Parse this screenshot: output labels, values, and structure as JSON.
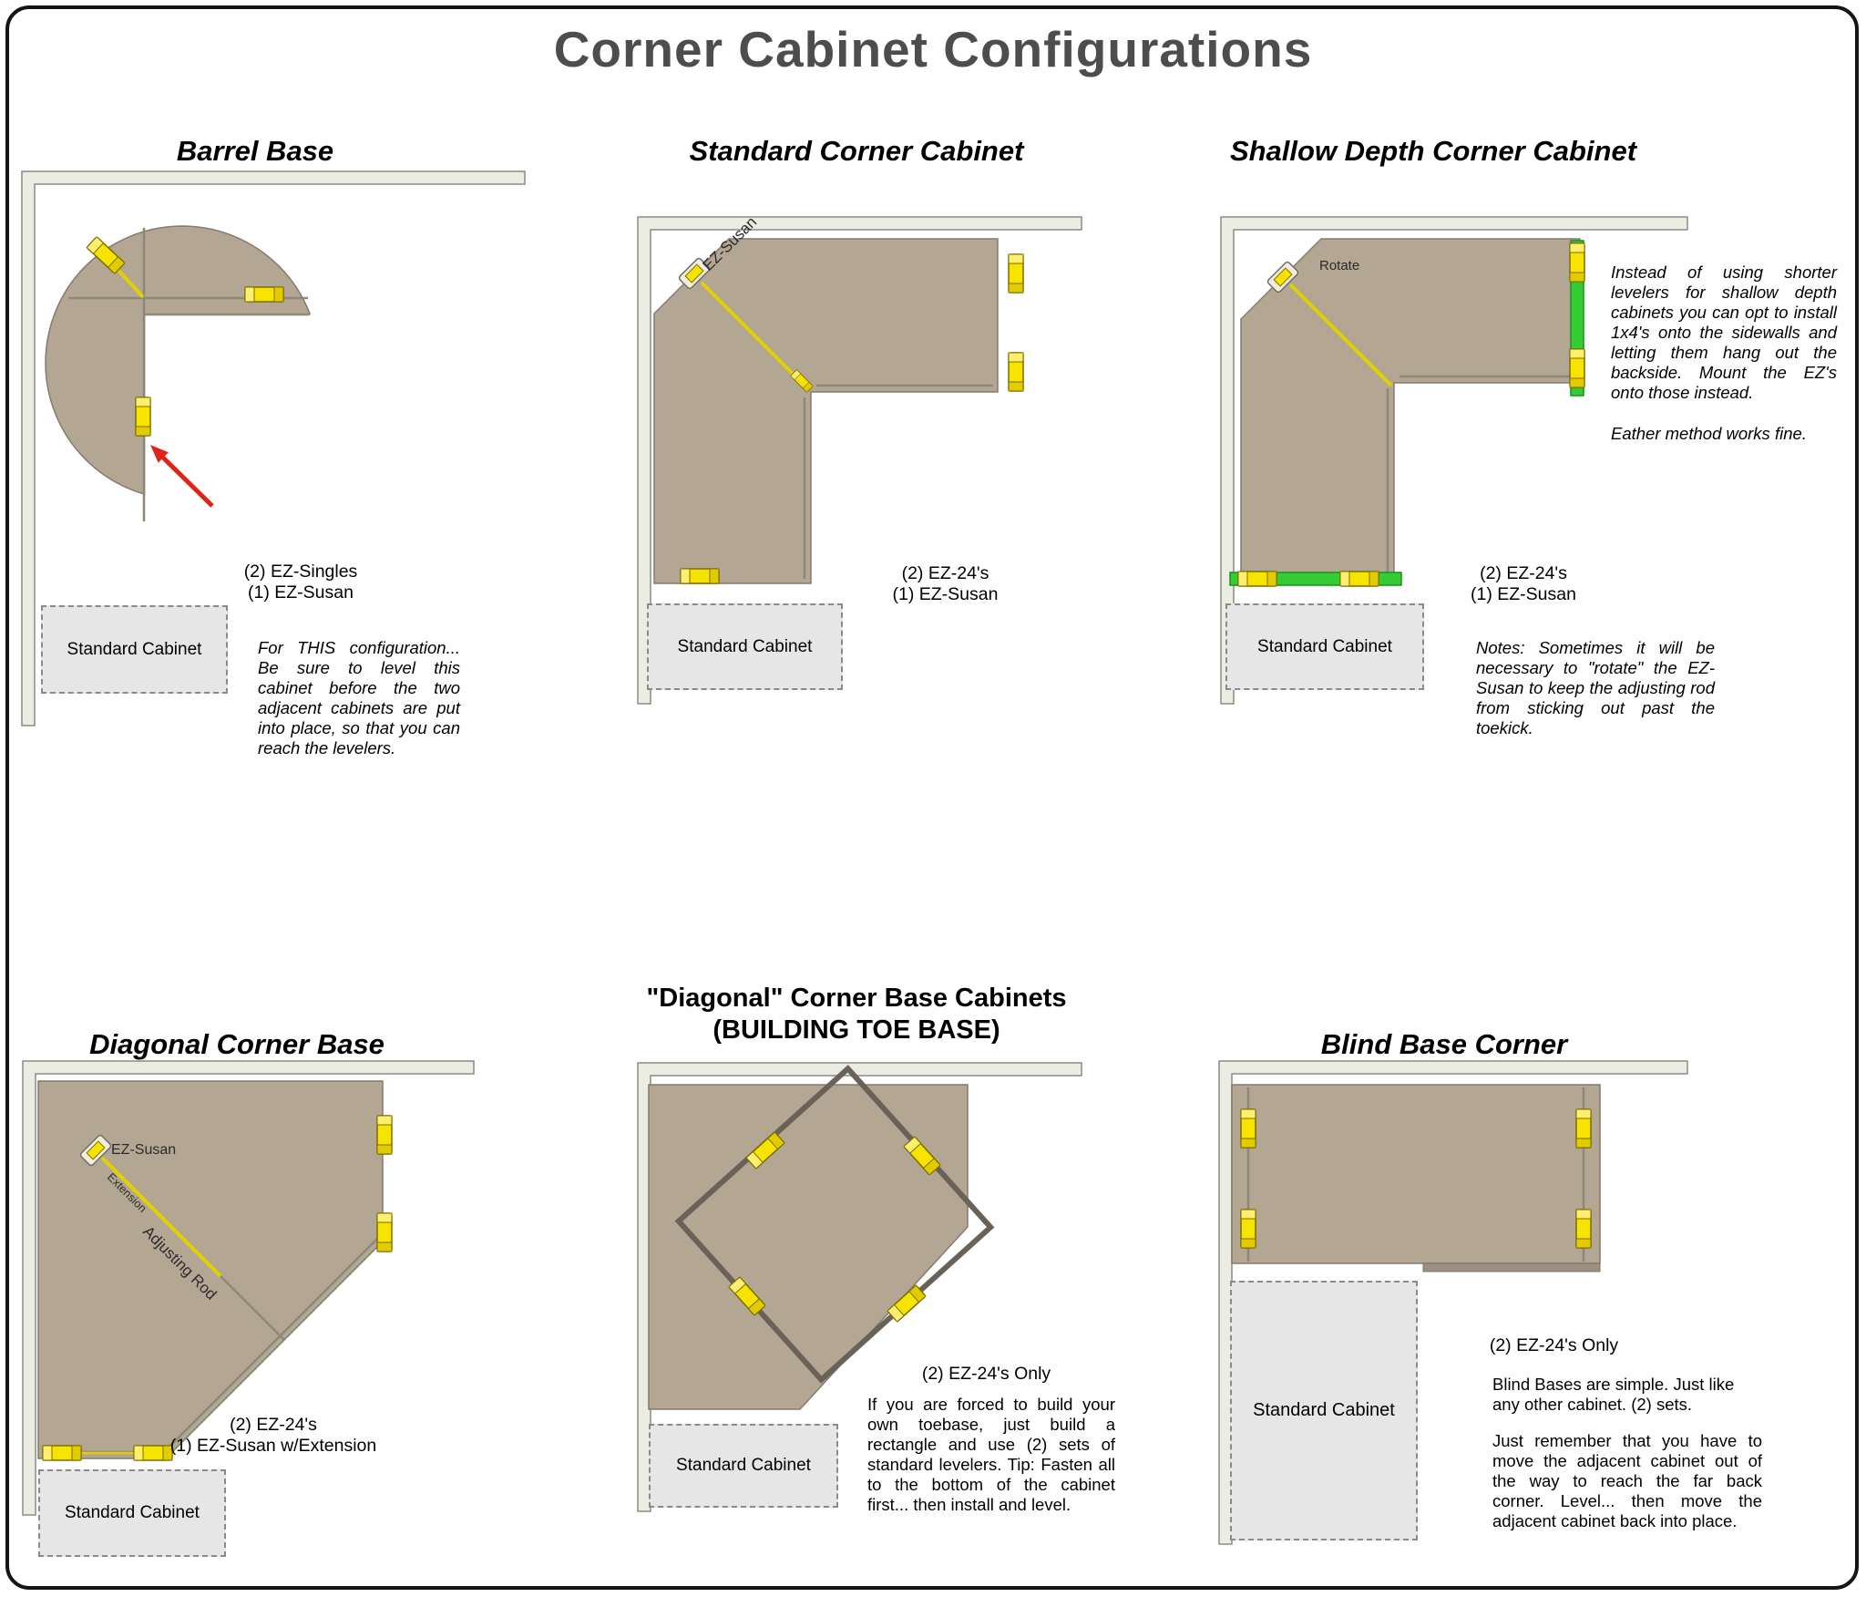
{
  "page": {
    "title": "Corner Cabinet Configurations"
  },
  "labels": {
    "standard_cabinet": "Standard Cabinet"
  },
  "panels": {
    "barrel": {
      "title": "Barrel Base",
      "parts": "(2) EZ-Singles\n(1) EZ-Susan",
      "note": "For THIS configuration... Be sure to level this cabinet before the two adjacent cabinets are put into place, so that you can reach the levelers."
    },
    "standard": {
      "title": "Standard Corner Cabinet",
      "susan_label": "EZ-Susan",
      "parts": "(2) EZ-24's\n(1) EZ-Susan"
    },
    "shallow": {
      "title": "Shallow Depth Corner Cabinet",
      "rotate_label": "Rotate",
      "side_note": "Instead of using shorter levelers for shallow depth cabinets you can opt to install 1x4's onto the sidewalls and letting them hang out the backside. Mount the EZ's onto those instead.",
      "side_note2": "Eather method works fine.",
      "parts": "(2) EZ-24's\n(1) EZ-Susan",
      "notes": "Notes: Sometimes it will be necessary to \"rotate\" the EZ-Susan to keep the adjusting rod from sticking out past the toekick."
    },
    "diagonal": {
      "title": "Diagonal Corner Base",
      "susan_label": "EZ-Susan",
      "extension_label": "Extension",
      "rod_label": "Adjusting Rod",
      "parts": "(2) EZ-24's\n(1) EZ-Susan w/Extension"
    },
    "toebase": {
      "title_line1": "\"Diagonal\" Corner Base Cabinets",
      "title_line2": "(BUILDING TOE BASE)",
      "parts": "(2) EZ-24's Only",
      "note": "If you are forced to build your own toebase, just build a rectangle and use (2) sets of standard levelers. Tip: Fasten all to the bottom of the cabinet first... then install and level."
    },
    "blind": {
      "title": "Blind Base Corner",
      "parts": "(2) EZ-24's Only",
      "note1": "Blind Bases are simple. Just like any other cabinet. (2) sets.",
      "note2": "Just remember that you have to move the adjacent cabinet out of the way to reach the far back corner. Level... then move the adjacent cabinet back into place."
    }
  },
  "colors": {
    "cabinet": "#b3a794",
    "wall": "#ecede2",
    "leveler": "#f6e300",
    "rod": "#e3d000",
    "green_1x4": "#33cc33",
    "arrow": "#e02318"
  }
}
